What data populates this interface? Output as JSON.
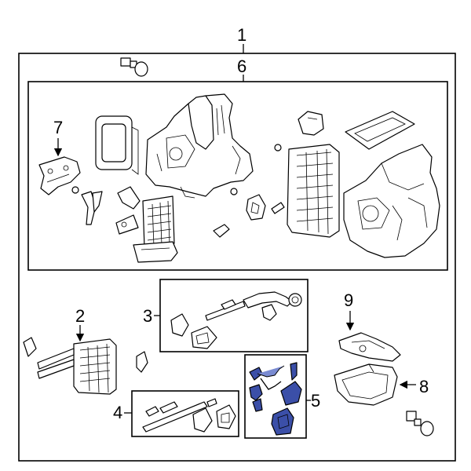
{
  "diagram": {
    "callouts": [
      {
        "id": "1",
        "label": "1"
      },
      {
        "id": "2",
        "label": "2"
      },
      {
        "id": "3",
        "label": "3"
      },
      {
        "id": "4",
        "label": "4"
      },
      {
        "id": "5",
        "label": "5"
      },
      {
        "id": "6",
        "label": "6"
      },
      {
        "id": "7",
        "label": "7"
      },
      {
        "id": "8",
        "label": "8"
      },
      {
        "id": "9",
        "label": "9"
      }
    ],
    "highlight_color": "#3b4fa8",
    "highlighted_callout": "5"
  }
}
